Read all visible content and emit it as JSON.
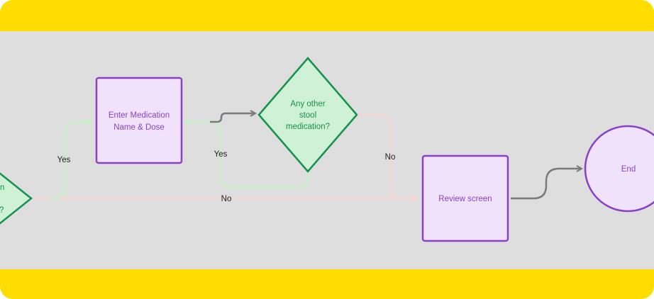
{
  "colors": {
    "border_band": "#ffdd00",
    "canvas_bg": "#dedede",
    "process_fill": "#f0e2fb",
    "process_stroke": "#8a3fc9",
    "process_text": "#8a3fc9",
    "decision_fill": "#cff2d6",
    "decision_stroke": "#14914a",
    "decision_text": "#14914a",
    "yes_line": "#c5efc7",
    "no_line": "#f4d4d1",
    "connector": "#7a7a7a"
  },
  "nodes": {
    "left_decision": {
      "lines": [
        "n",
        "?"
      ]
    },
    "enter_medication": {
      "lines": [
        "Enter Medication",
        "Name & Dose"
      ]
    },
    "any_other_stool": {
      "lines": [
        "Any other",
        "stool",
        "medication?"
      ]
    },
    "review_screen": {
      "lines": [
        "Review screen"
      ]
    },
    "end": {
      "lines": [
        "End"
      ]
    }
  },
  "edges": {
    "yes_to_enter": "Yes",
    "yes_loop_back": "Yes",
    "no_to_review_from_stool": "No",
    "no_to_review_from_left": "No"
  }
}
